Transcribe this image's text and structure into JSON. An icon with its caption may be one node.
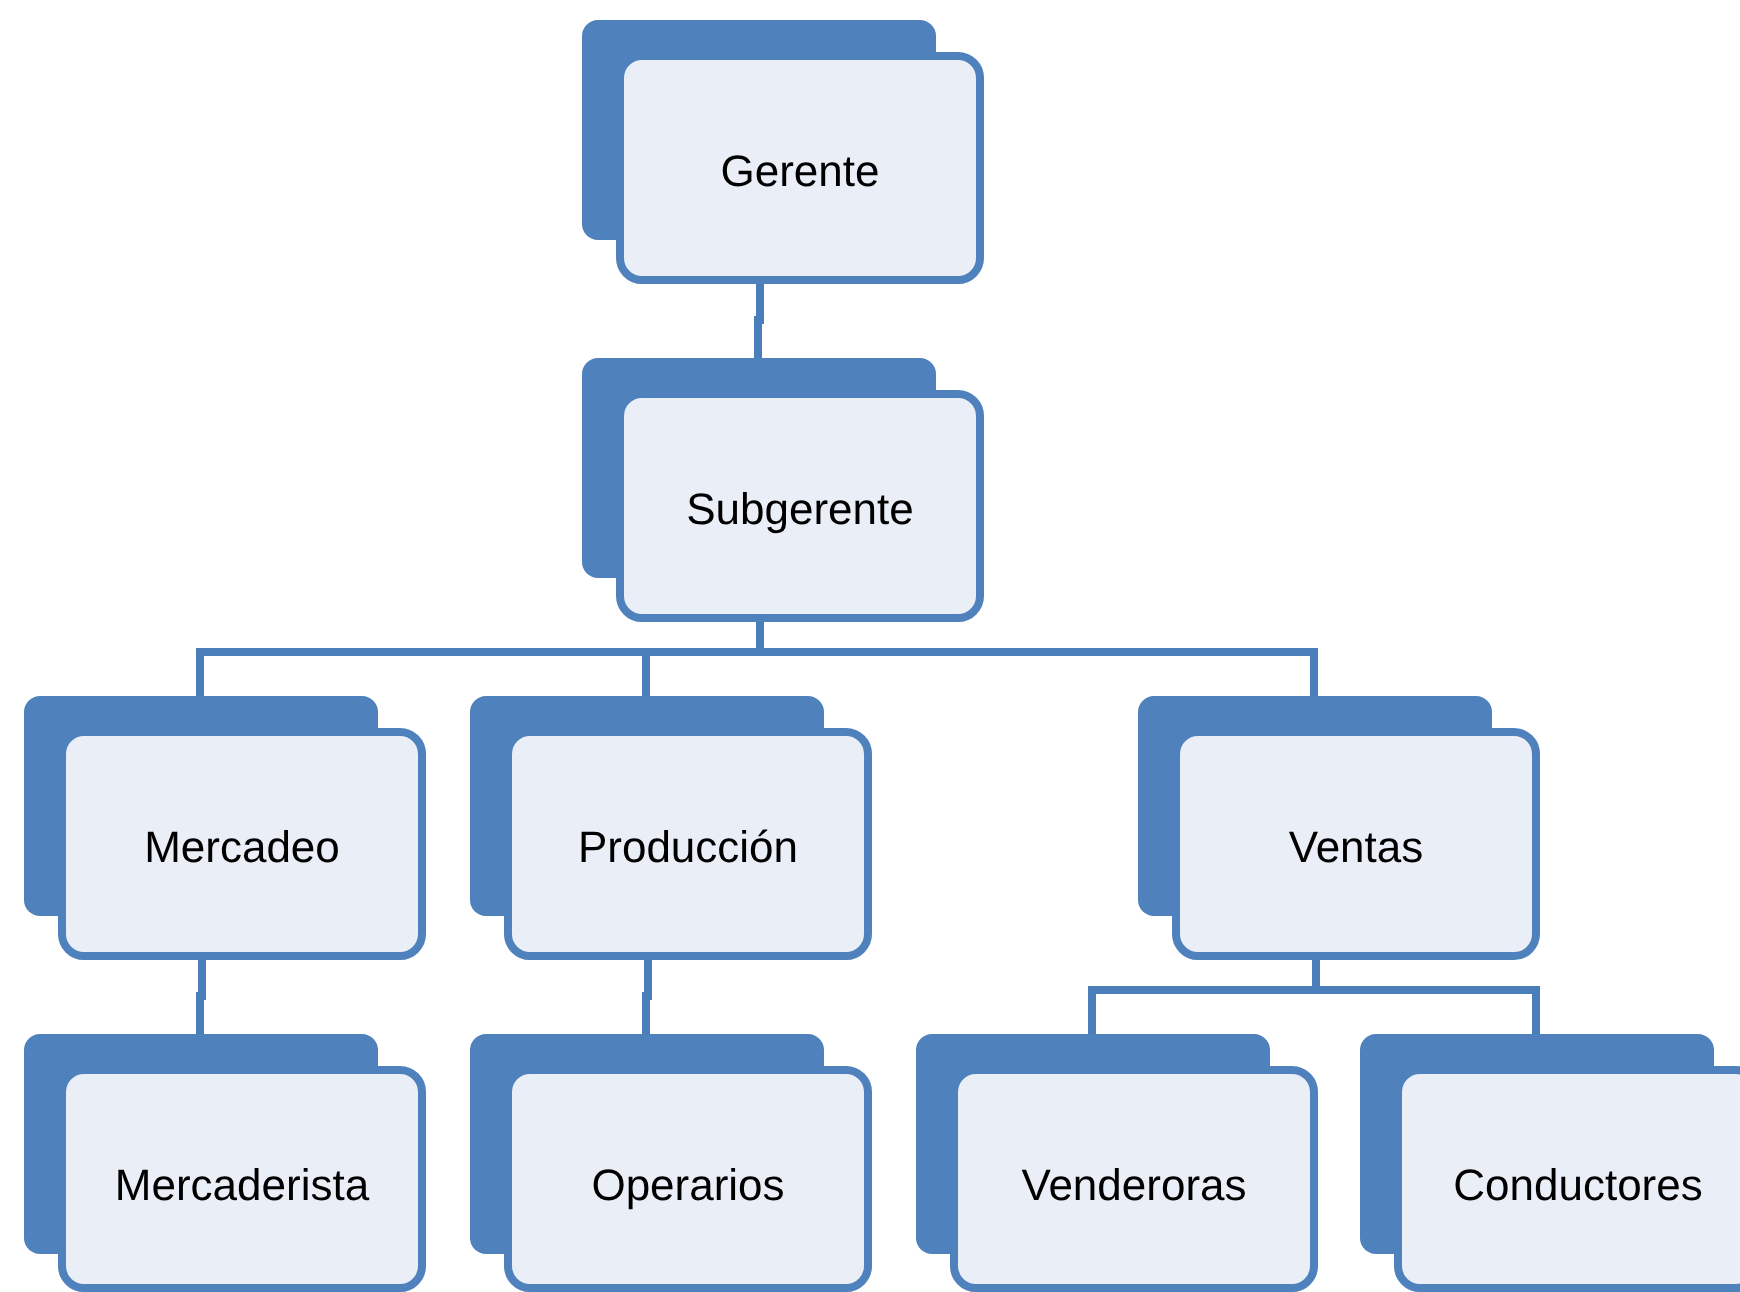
{
  "diagram": {
    "nodes": [
      {
        "text": [
          "Gerente"
        ]
      },
      {
        "text": [
          "Subgerente"
        ]
      },
      {
        "text": [
          "Mercadeo"
        ]
      },
      {
        "text": [
          "Producción"
        ]
      },
      {
        "text": [
          "Ventas"
        ]
      },
      {
        "text": [
          "Mercaderista"
        ]
      },
      {
        "text": [
          "Operarios"
        ]
      },
      {
        "text": [
          "Venderoras"
        ]
      },
      {
        "text": [
          "Conductores"
        ]
      }
    ],
    "edges": [
      {
        "from": 0,
        "to": 1,
        "arrow": "none"
      },
      {
        "from": 1,
        "to": 2,
        "arrow": "none"
      },
      {
        "from": 1,
        "to": 3,
        "arrow": "none"
      },
      {
        "from": 1,
        "to": 4,
        "arrow": "none"
      },
      {
        "from": 2,
        "to": 5,
        "arrow": "none"
      },
      {
        "from": 3,
        "to": 6,
        "arrow": "none"
      },
      {
        "from": 4,
        "to": 7,
        "arrow": "none"
      },
      {
        "from": 4,
        "to": 8,
        "arrow": "none"
      }
    ]
  }
}
